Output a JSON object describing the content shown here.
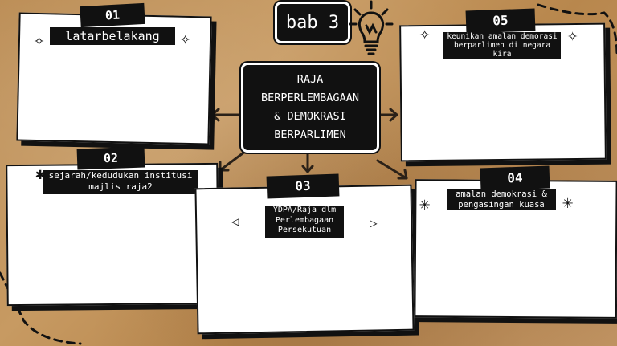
{
  "chip": {
    "label": "bab 3"
  },
  "center": {
    "lines": [
      "RAJA",
      "BERPERLEMBAGAAN",
      "& DEMOKRASI",
      "BERPARLIMEN"
    ]
  },
  "boxes": [
    {
      "number": "01",
      "title": "latarbelakang"
    },
    {
      "number": "02",
      "title": "sejarah/kedudukan institusi majlis raja2"
    },
    {
      "number": "03",
      "title": "YDPA/Raja dlm Perlembagaan Persekutuan"
    },
    {
      "number": "04",
      "title": "amalan demokrasi & pengasingan kuasa"
    },
    {
      "number": "05",
      "title": "keunikan amalan demorasi berparlimen di negara kira"
    }
  ],
  "icons": {
    "lightbulb": "lightbulb-icon",
    "sparkle": "sparkle-icon",
    "asterisk": "asterisk-icon",
    "play": "triangle-icon"
  },
  "colors": {
    "background": "#bf905a",
    "ink": "#111111",
    "card": "#ffffff"
  }
}
